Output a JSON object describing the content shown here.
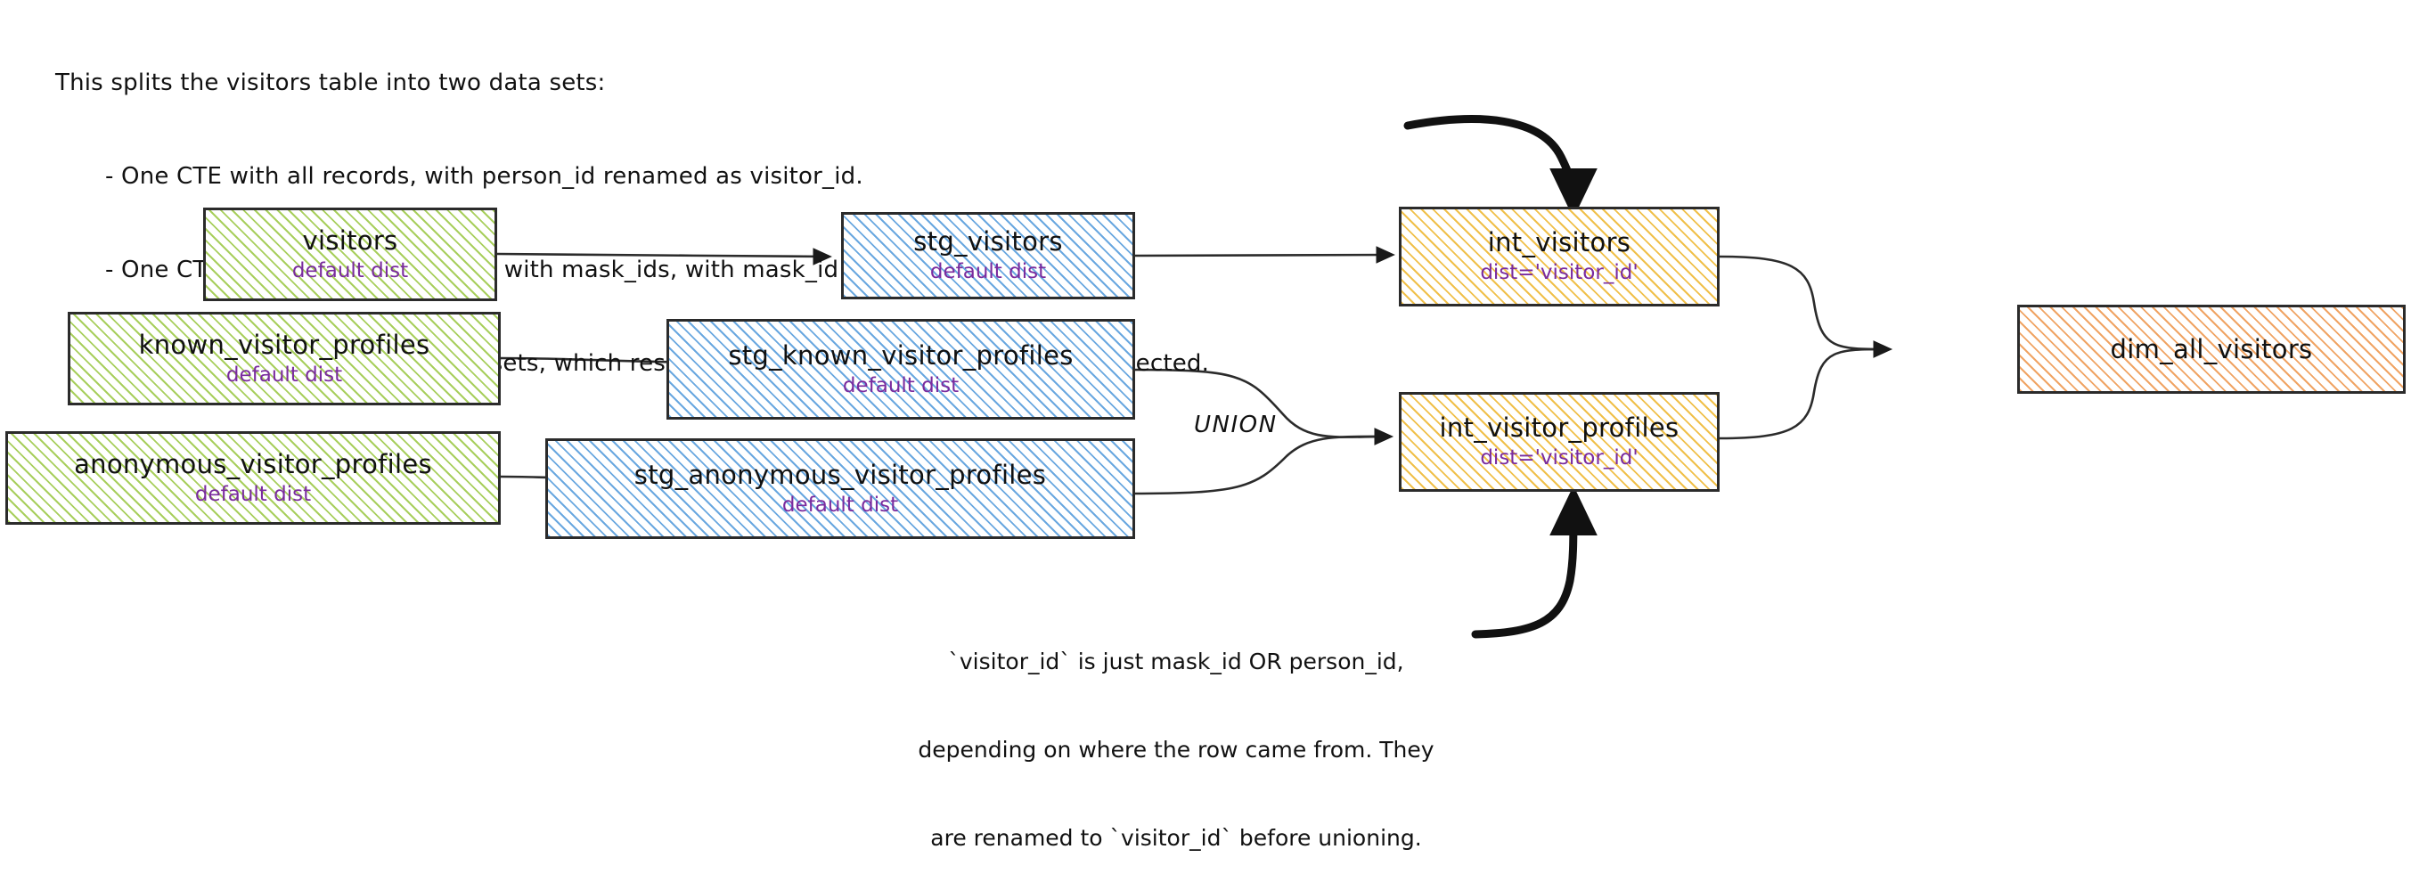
{
  "diagram": {
    "title_note": {
      "lead": "This splits the visitors table into two data sets:",
      "bullets": [
        "- One CTE with all records, with person_id renamed as visitor_id.",
        "- One CTE filtered to only records with mask_ids, with mask_id renamed as visitor_id",
        "- One CTE to union the two data sets, which results in a grain of one row per profile collected."
      ]
    },
    "bottom_note": [
      "`visitor_id` is just mask_id OR person_id,",
      "depending on where the row came from. They",
      "are renamed to `visitor_id` before unioning."
    ],
    "union_label": "UNION",
    "colors": {
      "source": "#a8cf5d",
      "staging": "#6aa8e0",
      "intermediate": "#f0c04a",
      "mart": "#f0a464",
      "dist_text": "#7a2b9e",
      "stroke": "#2b2b2b"
    },
    "nodes": [
      {
        "id": "visitors",
        "title": "visitors",
        "sub": "default dist",
        "layer": "source"
      },
      {
        "id": "known_visitor_profiles",
        "title": "known_visitor_profiles",
        "sub": "default dist",
        "layer": "source"
      },
      {
        "id": "anonymous_visitor_profiles",
        "title": "anonymous_visitor_profiles",
        "sub": "default dist",
        "layer": "source"
      },
      {
        "id": "stg_visitors",
        "title": "stg_visitors",
        "sub": "default dist",
        "layer": "staging"
      },
      {
        "id": "stg_known_visitor_profiles",
        "title": "stg_known_visitor_profiles",
        "sub": "default dist",
        "layer": "staging"
      },
      {
        "id": "stg_anonymous_visitor_profiles",
        "title": "stg_anonymous_visitor_profiles",
        "sub": "default dist",
        "layer": "staging"
      },
      {
        "id": "int_visitors",
        "title": "int_visitors",
        "sub": "dist='visitor_id'",
        "layer": "intermediate"
      },
      {
        "id": "int_visitor_profiles",
        "title": "int_visitor_profiles",
        "sub": "dist='visitor_id'",
        "layer": "intermediate"
      },
      {
        "id": "dim_all_visitors",
        "title": "dim_all_visitors",
        "sub": "",
        "layer": "mart"
      }
    ],
    "edges": [
      {
        "from": "visitors",
        "to": "stg_visitors"
      },
      {
        "from": "known_visitor_profiles",
        "to": "stg_known_visitor_profiles"
      },
      {
        "from": "anonymous_visitor_profiles",
        "to": "stg_anonymous_visitor_profiles"
      },
      {
        "from": "stg_visitors",
        "to": "int_visitors"
      },
      {
        "from": "stg_known_visitor_profiles",
        "to": "int_visitor_profiles",
        "label": "UNION"
      },
      {
        "from": "stg_anonymous_visitor_profiles",
        "to": "int_visitor_profiles",
        "label": "UNION"
      },
      {
        "from": "int_visitors",
        "to": "dim_all_visitors"
      },
      {
        "from": "int_visitor_profiles",
        "to": "dim_all_visitors"
      },
      {
        "from": "title_note",
        "to": "int_visitors",
        "kind": "annotation"
      },
      {
        "from": "bottom_note",
        "to": "int_visitor_profiles",
        "kind": "annotation"
      }
    ]
  }
}
